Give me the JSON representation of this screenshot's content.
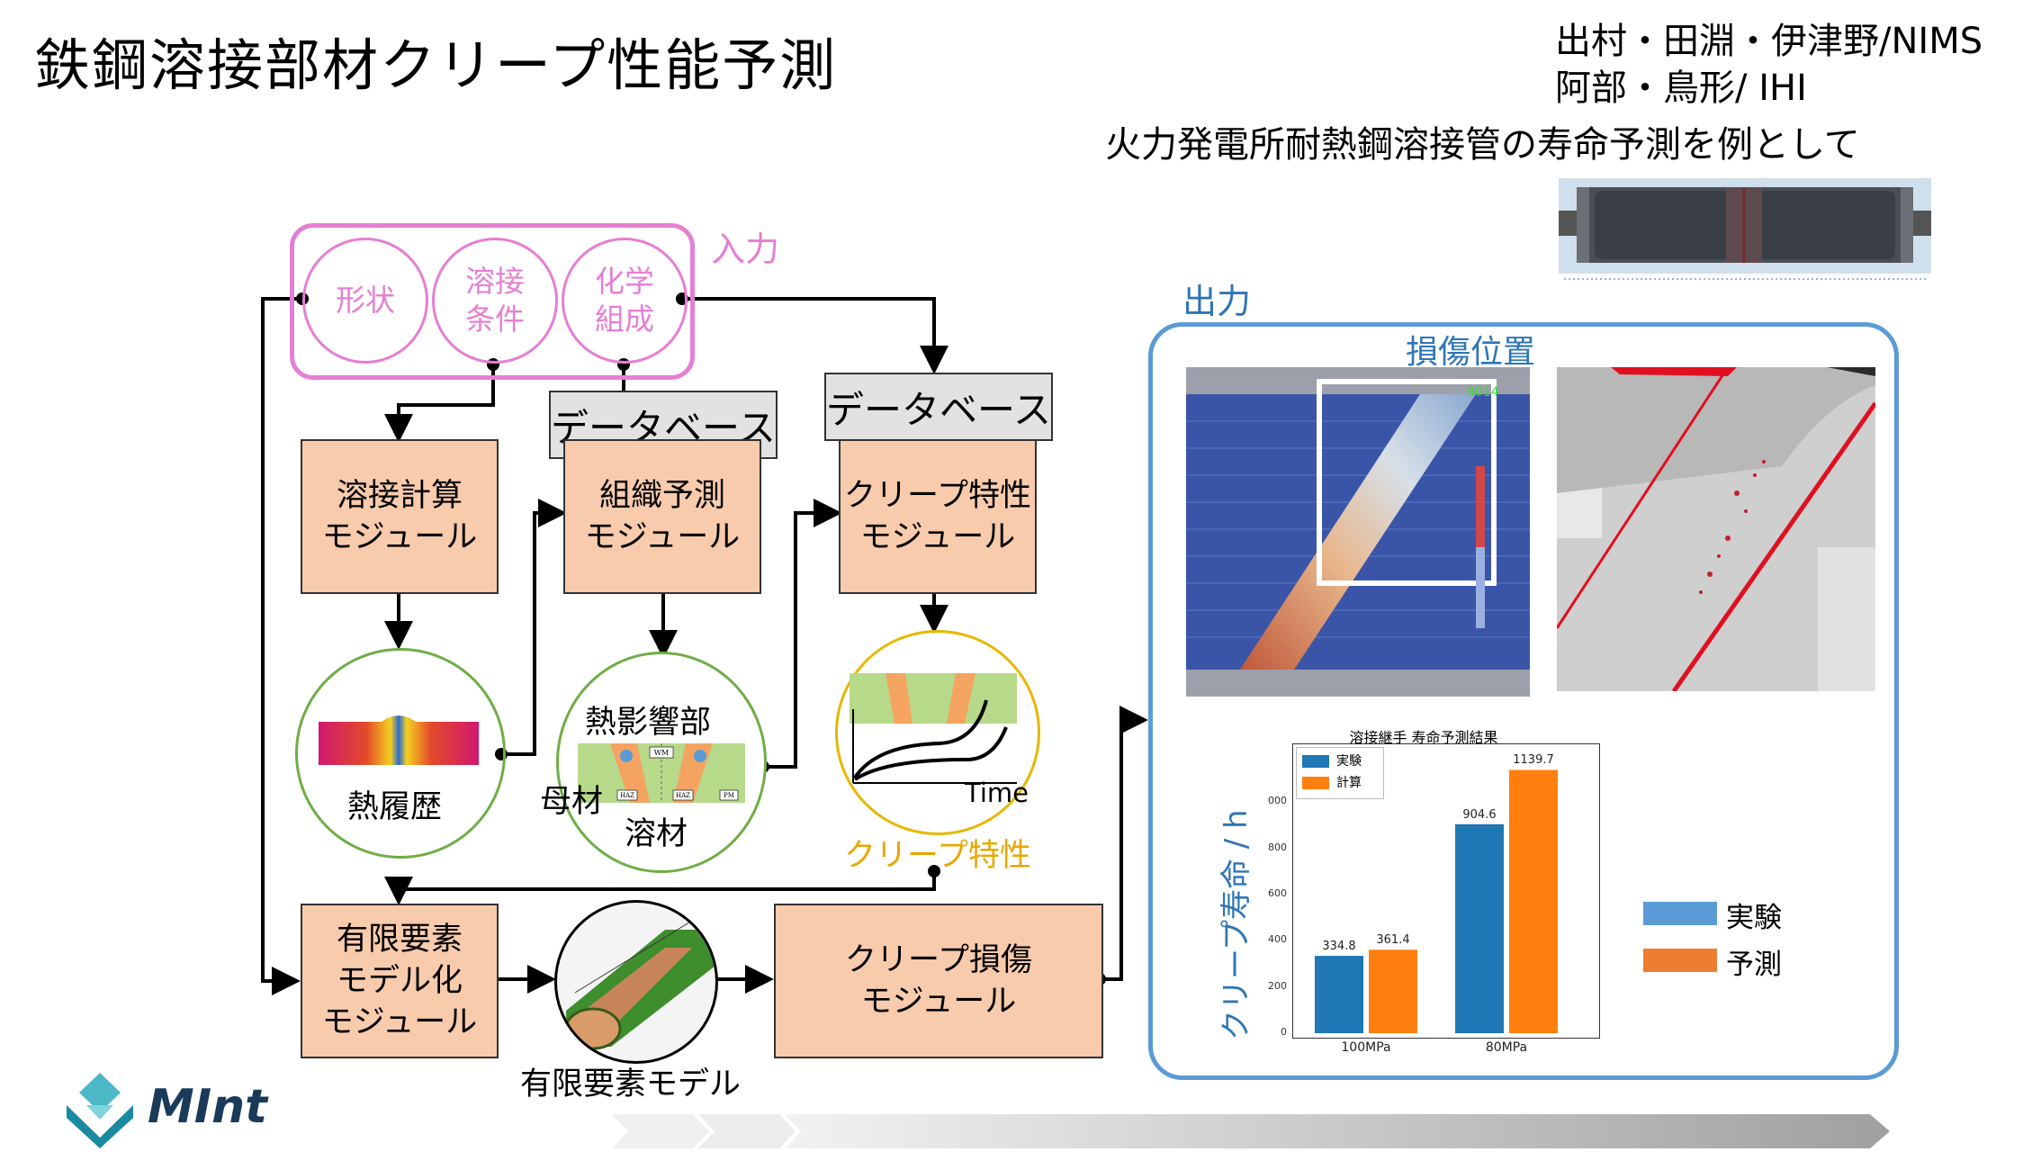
{
  "title": "鉄鋼溶接部材クリープ性能予測",
  "authors": {
    "line1": "出村・田淵・伊津野/NIMS",
    "line2": "阿部・鳥形/ IHI"
  },
  "subtitle": "火力発電所耐熱鋼溶接管の寿命予測を例として",
  "input": {
    "label": "入力",
    "items": [
      {
        "line1": "形状",
        "line2": ""
      },
      {
        "line1": "溶接",
        "line2": "条件"
      },
      {
        "line1": "化学",
        "line2": "組成"
      }
    ]
  },
  "database_label": "データベース",
  "modules": {
    "weld_calc": {
      "line1": "溶接計算",
      "line2": "モジュール"
    },
    "structure": {
      "line1": "組織予測",
      "line2": "モジュール"
    },
    "creep_prop": {
      "line1": "クリープ特性",
      "line2": "モジュール"
    },
    "fem": {
      "line1": "有限要素",
      "line2": "モデル化",
      "line3": "モジュール"
    },
    "creep_damage": {
      "line1": "クリープ損傷",
      "line2": "モジュール"
    }
  },
  "outputs": {
    "heat_history": "熱履歴",
    "haz": "熱影響部",
    "base_metal": "母材",
    "weld_metal": "溶材",
    "time_label": "Time",
    "creep_property": "クリープ特性",
    "fem_model": "有限要素モデル",
    "haz_tags": [
      "WM",
      "HAZ",
      "HAZ",
      "PM"
    ]
  },
  "output": {
    "label": "出力",
    "damage_position": "損傷位置",
    "sim_value": "9014"
  },
  "chart_data": {
    "type": "bar",
    "title": "溶接継手 寿命予測結果",
    "categories": [
      "100MPa",
      "80MPa"
    ],
    "series": [
      {
        "name": "実験",
        "values": [
          334.8,
          904.6
        ],
        "color": "#1f77b4"
      },
      {
        "name": "計算",
        "values": [
          361.4,
          1139.7
        ],
        "color": "#ff7f0e"
      }
    ],
    "ylabel": "クリープ寿命 / h",
    "yticks": [
      "0",
      "200",
      "400",
      "600",
      "800",
      "000"
    ],
    "ylim": [
      0,
      1200
    ],
    "legend": "top-left"
  },
  "outer_legend": [
    {
      "label": "実験",
      "color": "#5b9bd5"
    },
    {
      "label": "予測",
      "color": "#ed7d31"
    }
  ],
  "logo": "MInt"
}
